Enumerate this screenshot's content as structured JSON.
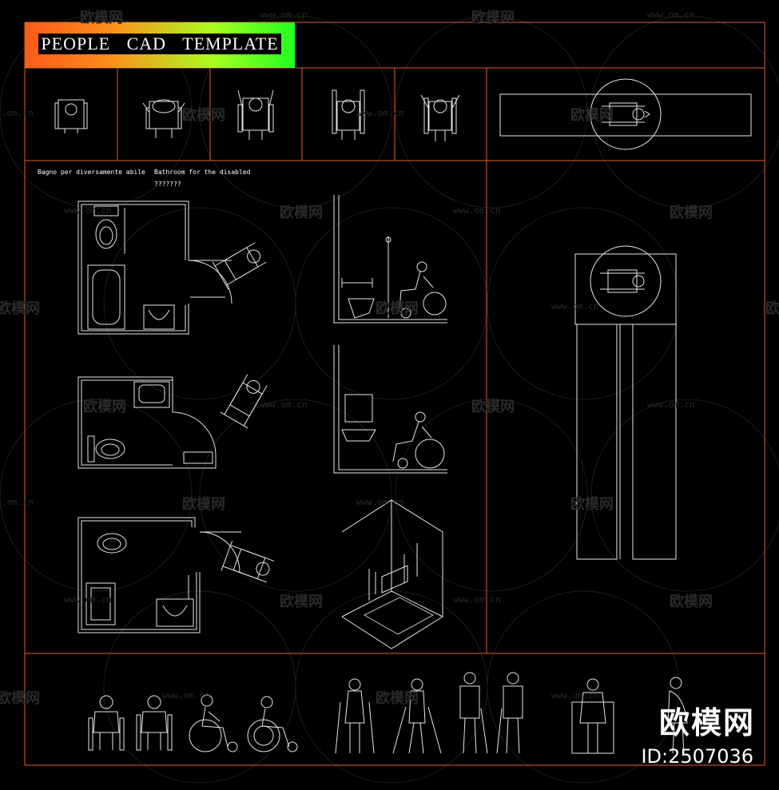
{
  "title": "PEOPLE   CAD   TEMPLATE",
  "captions": {
    "italian": "Bagno per diversamente abile",
    "english": "Bathroom for the disabled",
    "unknown": "???????"
  },
  "watermark": {
    "brand": "欧模网",
    "url": "www.om.cn",
    "url_short": ".om.cn",
    "id": "ID:2507036"
  },
  "colors": {
    "frame": "#e0602a",
    "lines": "#e6e6e6",
    "background": "#000000"
  }
}
